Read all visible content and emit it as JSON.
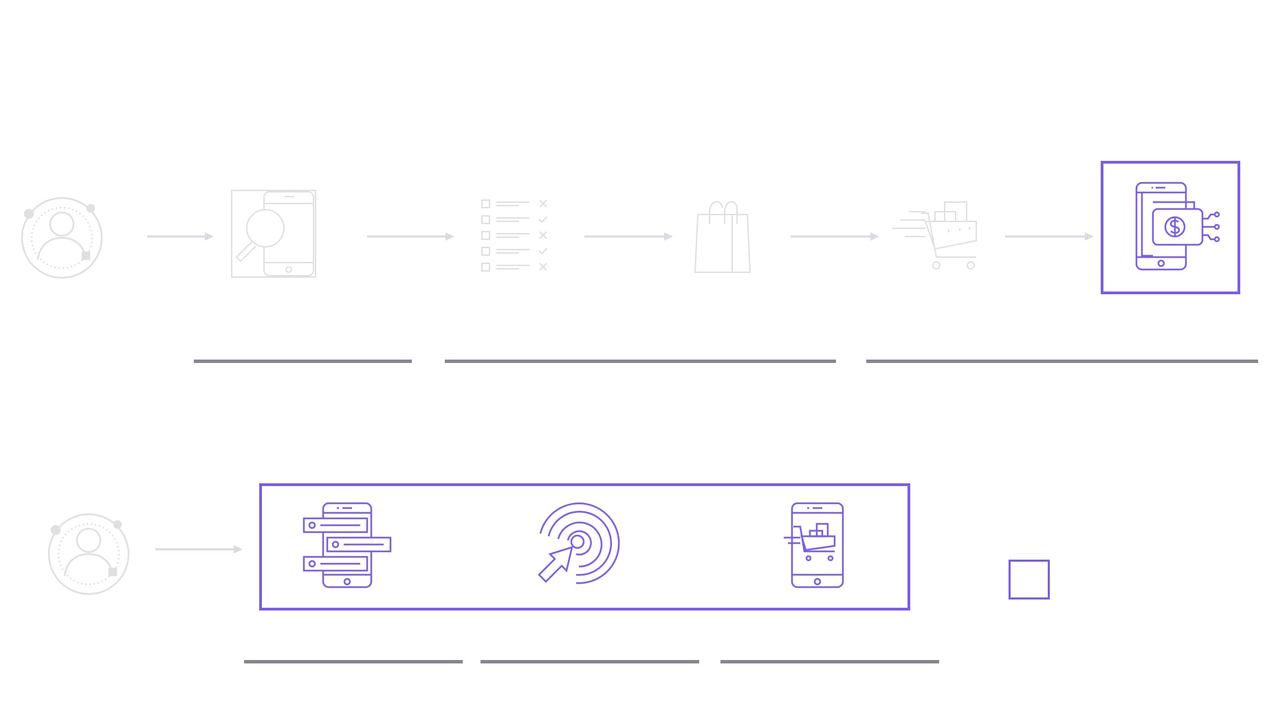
{
  "diagram": {
    "colors": {
      "inactive": "#dfdfe4",
      "accent": "#7b5cf0",
      "arrow": "#dadae0",
      "bar": "#858891",
      "background": "#ffffff"
    },
    "top_flow": {
      "steps": [
        {
          "icon": "user-profile-icon",
          "state": "inactive"
        },
        {
          "icon": "mobile-search-icon",
          "state": "inactive"
        },
        {
          "icon": "checklist-icon",
          "state": "inactive"
        },
        {
          "icon": "shopping-bag-icon",
          "state": "inactive"
        },
        {
          "icon": "shopping-cart-icon",
          "state": "inactive"
        },
        {
          "icon": "mobile-payment-icon",
          "state": "highlighted"
        }
      ],
      "underline_groups": 3
    },
    "bottom_flow": {
      "steps": [
        {
          "icon": "user-profile-icon",
          "state": "inactive"
        },
        {
          "icon": "mobile-list-icon",
          "state": "highlighted"
        },
        {
          "icon": "target-click-icon",
          "state": "highlighted"
        },
        {
          "icon": "mobile-cart-icon",
          "state": "highlighted"
        }
      ],
      "extra_marker": "empty-square",
      "underline_groups": 3
    }
  }
}
